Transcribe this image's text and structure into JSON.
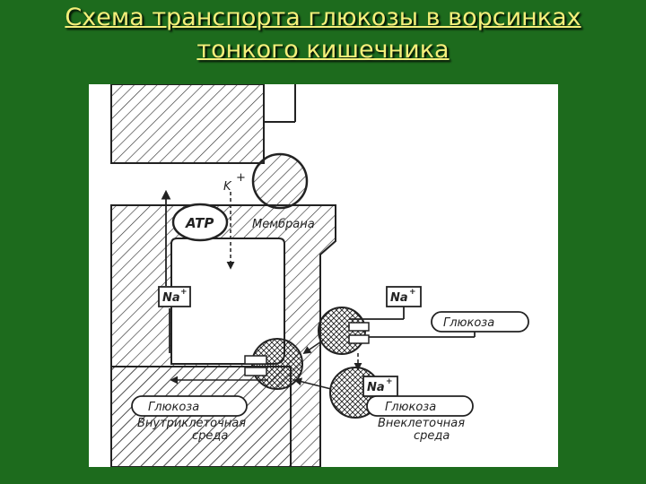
{
  "slide": {
    "title_line1": "Схема транспорта глюкозы в ворсинках",
    "title_line2": "тонкого кишечника"
  },
  "diagram": {
    "potassium": "K",
    "potassium_charge": "+",
    "atp": "ATP",
    "membrane": "Мембрана",
    "sodium_inside": "Na",
    "sodium_outside": "Na",
    "sodium_bottom": "Na",
    "sodium_charge": "+",
    "glucose_outside_top": "Глюкоза",
    "glucose_inside": "Глюкоза",
    "glucose_outside_bottom": "Глюкоза",
    "intracellular_line1": "Внутриклеточная",
    "intracellular_line2": "среда",
    "extracellular_line1": "Внеклеточная",
    "extracellular_line2": "среда"
  },
  "colors": {
    "background": "#1d6b1d",
    "title": "#f4ef7a",
    "figure_background": "#ffffff",
    "ink": "#222222"
  }
}
